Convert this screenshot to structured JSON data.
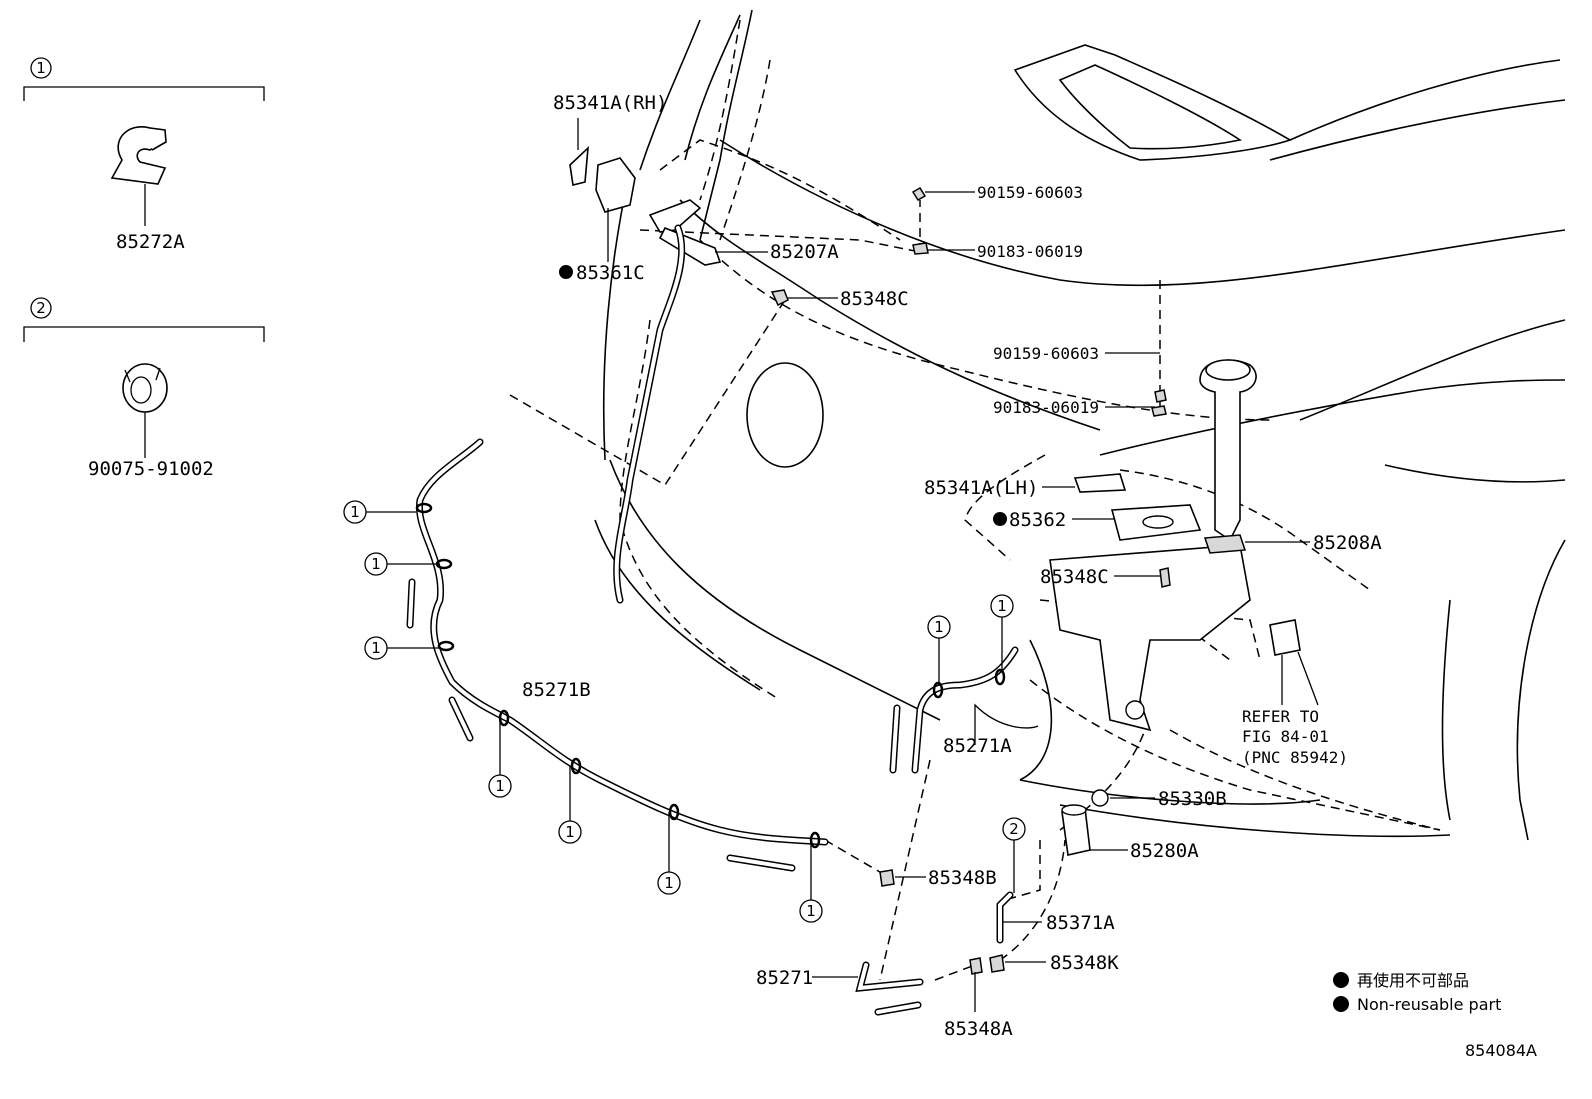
{
  "diagram_id": "854084A",
  "groups": [
    {
      "number": "1",
      "part": "85272A"
    },
    {
      "number": "2",
      "part": "90075-91002"
    }
  ],
  "labels": {
    "p85341A_RH": "85341A(RH)",
    "p85361C": "85361C",
    "p85207A": "85207A",
    "p85348C_top": "85348C",
    "p90159_top": "90159-60603",
    "p90183_top": "90183-06019",
    "p90159_mid": "90159-60603",
    "p90183_mid": "90183-06019",
    "p85341A_LH": "85341A(LH)",
    "p85362": "85362",
    "p85208A": "85208A",
    "p85348C_mid": "85348C",
    "p85271B": "85271B",
    "p85271A": "85271A",
    "p85330B": "85330B",
    "p85280A": "85280A",
    "p85348B": "85348B",
    "p85371A": "85371A",
    "p85348K": "85348K",
    "p85271": "85271",
    "p85348A": "85348A"
  },
  "refer": {
    "line1": "REFER TO",
    "line2": "FIG 84-01",
    "line3": "(PNC 85942)"
  },
  "callout_one": "1",
  "callout_two": "2",
  "legend": {
    "line_jp": "再使用不可部品",
    "line_en": "Non-reusable part"
  }
}
